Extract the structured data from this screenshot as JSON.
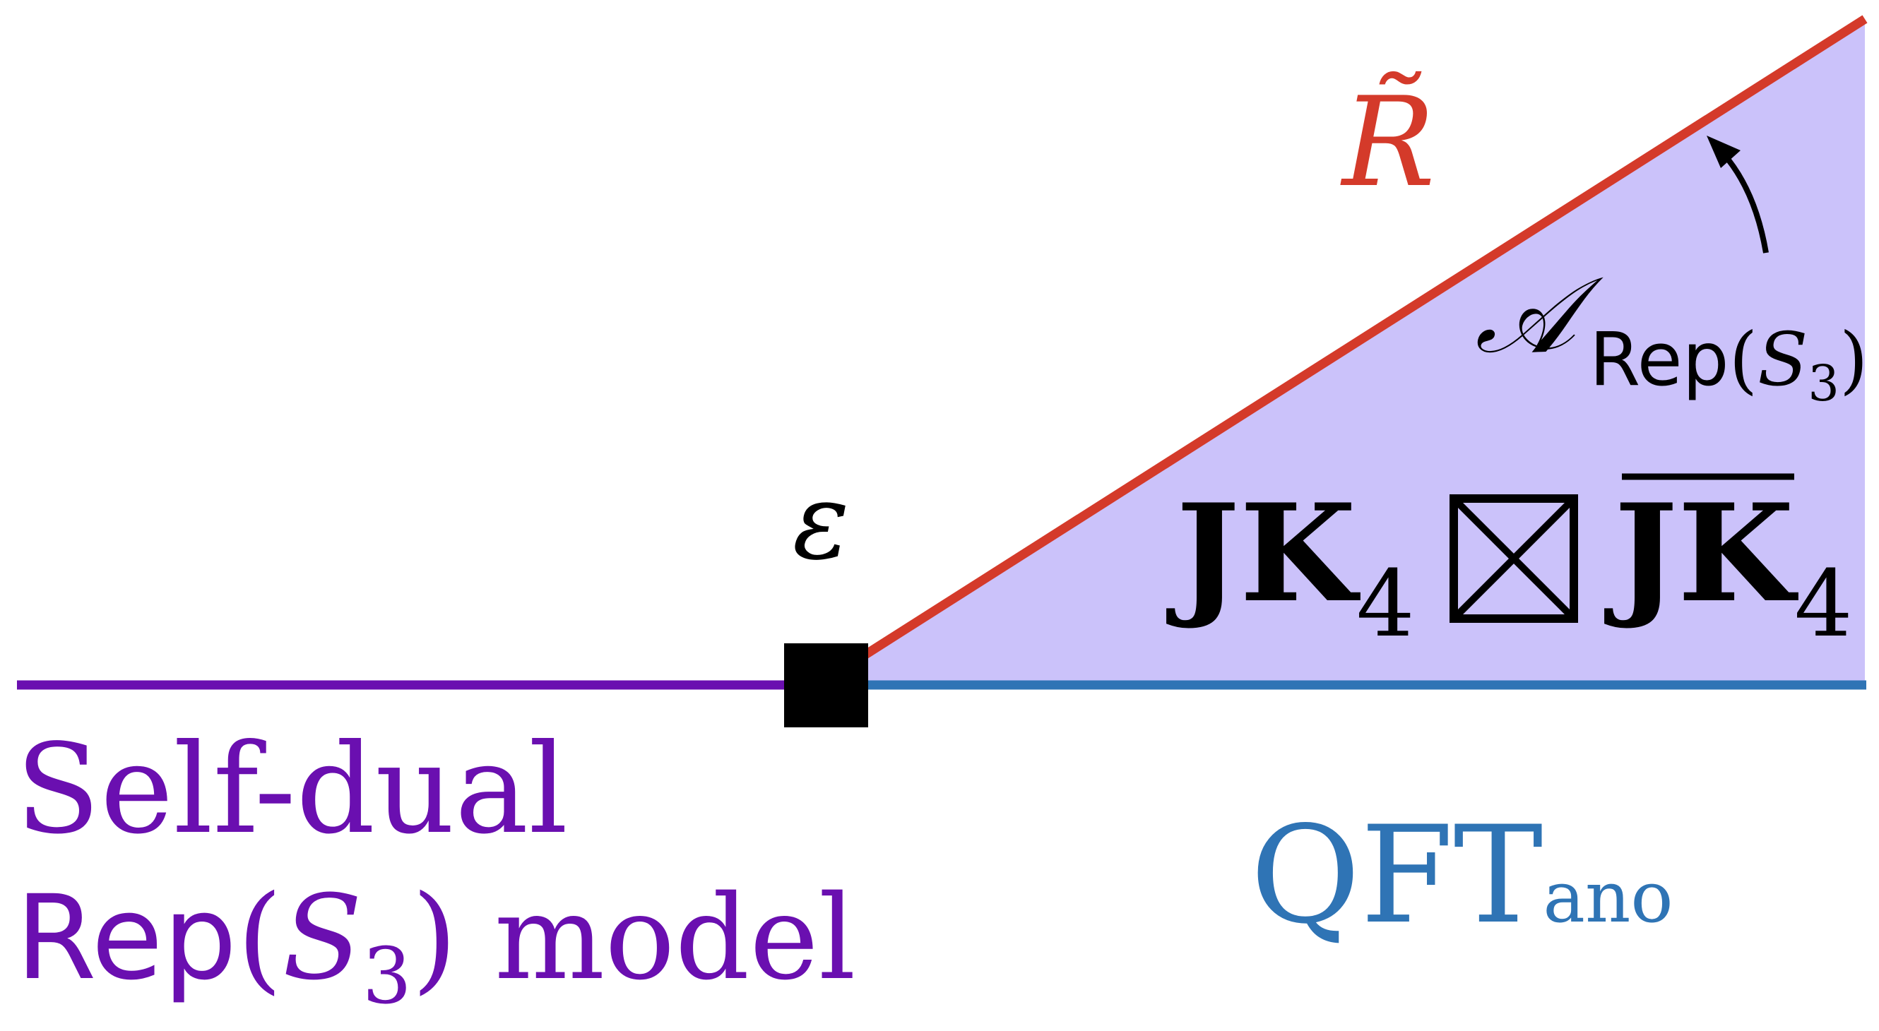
{
  "colors": {
    "purple": "#6a0fb0",
    "red": "#d43a2a",
    "blue": "#2f74b5",
    "region_fill": "#cbc2fa",
    "black": "#000000"
  },
  "labels": {
    "r_tilde": "R̃",
    "epsilon": "ε",
    "algebra_symbol": "𝒜",
    "algebra_rep": "Rep",
    "algebra_open": "(",
    "algebra_s": "S",
    "algebra_s_sub": "3",
    "algebra_close": ")",
    "jk_left": "JK",
    "jk_left_sub": "4",
    "boxtimes": "⊠",
    "jk_right": "JK",
    "jk_right_sub": "4",
    "self_dual": "Self-dual",
    "model_rep": "Rep",
    "model_open": "(",
    "model_s": "S",
    "model_s_sub": "3",
    "model_close": ") model",
    "qft": "QFT",
    "qft_sub": "ano"
  },
  "icons": {
    "interface": "black-square-icon",
    "action_arrow": "curved-arrow-icon"
  }
}
